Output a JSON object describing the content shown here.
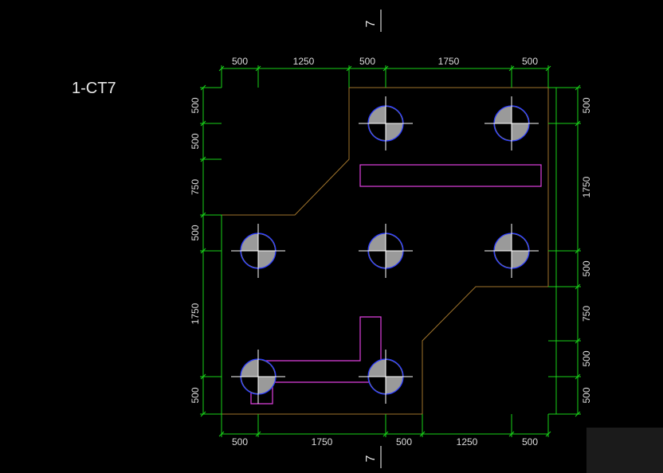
{
  "drawing": {
    "title": "1-CT7",
    "section_mark_top": "7",
    "section_mark_bottom": "7"
  },
  "dims": {
    "top": [
      "500",
      "1250",
      "500",
      "1750",
      "500"
    ],
    "bottom": [
      "500",
      "1750",
      "500",
      "1250",
      "500"
    ],
    "left": [
      "500",
      "500",
      "750",
      "500",
      "1750",
      "500"
    ],
    "right": [
      "500",
      "1750",
      "500",
      "750",
      "500",
      "500"
    ]
  },
  "colors": {
    "background": "#000000",
    "dimension_line": "#19d219",
    "outline": "#a0742c",
    "pile_outline": "#2b3bff",
    "pile_fill": "#9a9a9a",
    "crosshair": "#ffffff",
    "hole_outline": "#e040e0"
  }
}
